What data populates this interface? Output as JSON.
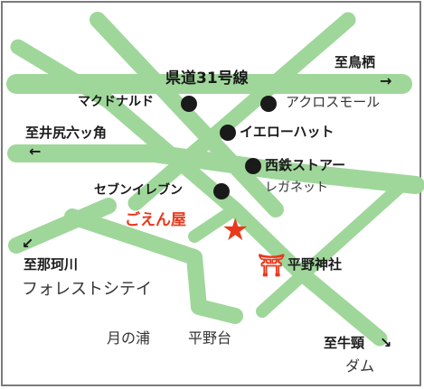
{
  "map": {
    "colors": {
      "road": "#9fd79a",
      "road_light": "#b9e3b2",
      "frame": "#7b7b7b",
      "highlight": "#e8391d",
      "label": "#1a1a1a",
      "label_plain": "#333333"
    },
    "roads": [
      {
        "name": "kendo-31-road",
        "label": "県道31号線"
      },
      {
        "name": "to-iijiri-rokkakado-road",
        "label": "至井尻六ッ角"
      }
    ],
    "directions": {
      "karasuse": {
        "label": "至鳥栖",
        "arrow": "→"
      },
      "iijiri": {
        "label": "至井尻六ッ角",
        "arrow": "←"
      },
      "nakagawa": {
        "label": "至那珂川",
        "arrow": "↙"
      },
      "ushikubi": {
        "label": "至牛頸",
        "arrow": "↘"
      },
      "dam": {
        "label": "ダム"
      }
    },
    "shops": [
      {
        "label": "マクドナルド"
      },
      {
        "label": "アクロスモール"
      },
      {
        "label": "イエローハット"
      },
      {
        "label": "西鉄ストアー"
      },
      {
        "label": "レガネット"
      },
      {
        "label": "セブンイレブン"
      }
    ],
    "highlight_shop": {
      "label": "ごえん屋",
      "icon": "★"
    },
    "shrine": {
      "label": "平野神社",
      "icon": "⛩"
    },
    "areas": [
      {
        "label": "フォレストシテイ"
      },
      {
        "label": "月の浦"
      },
      {
        "label": "平野台"
      }
    ]
  }
}
